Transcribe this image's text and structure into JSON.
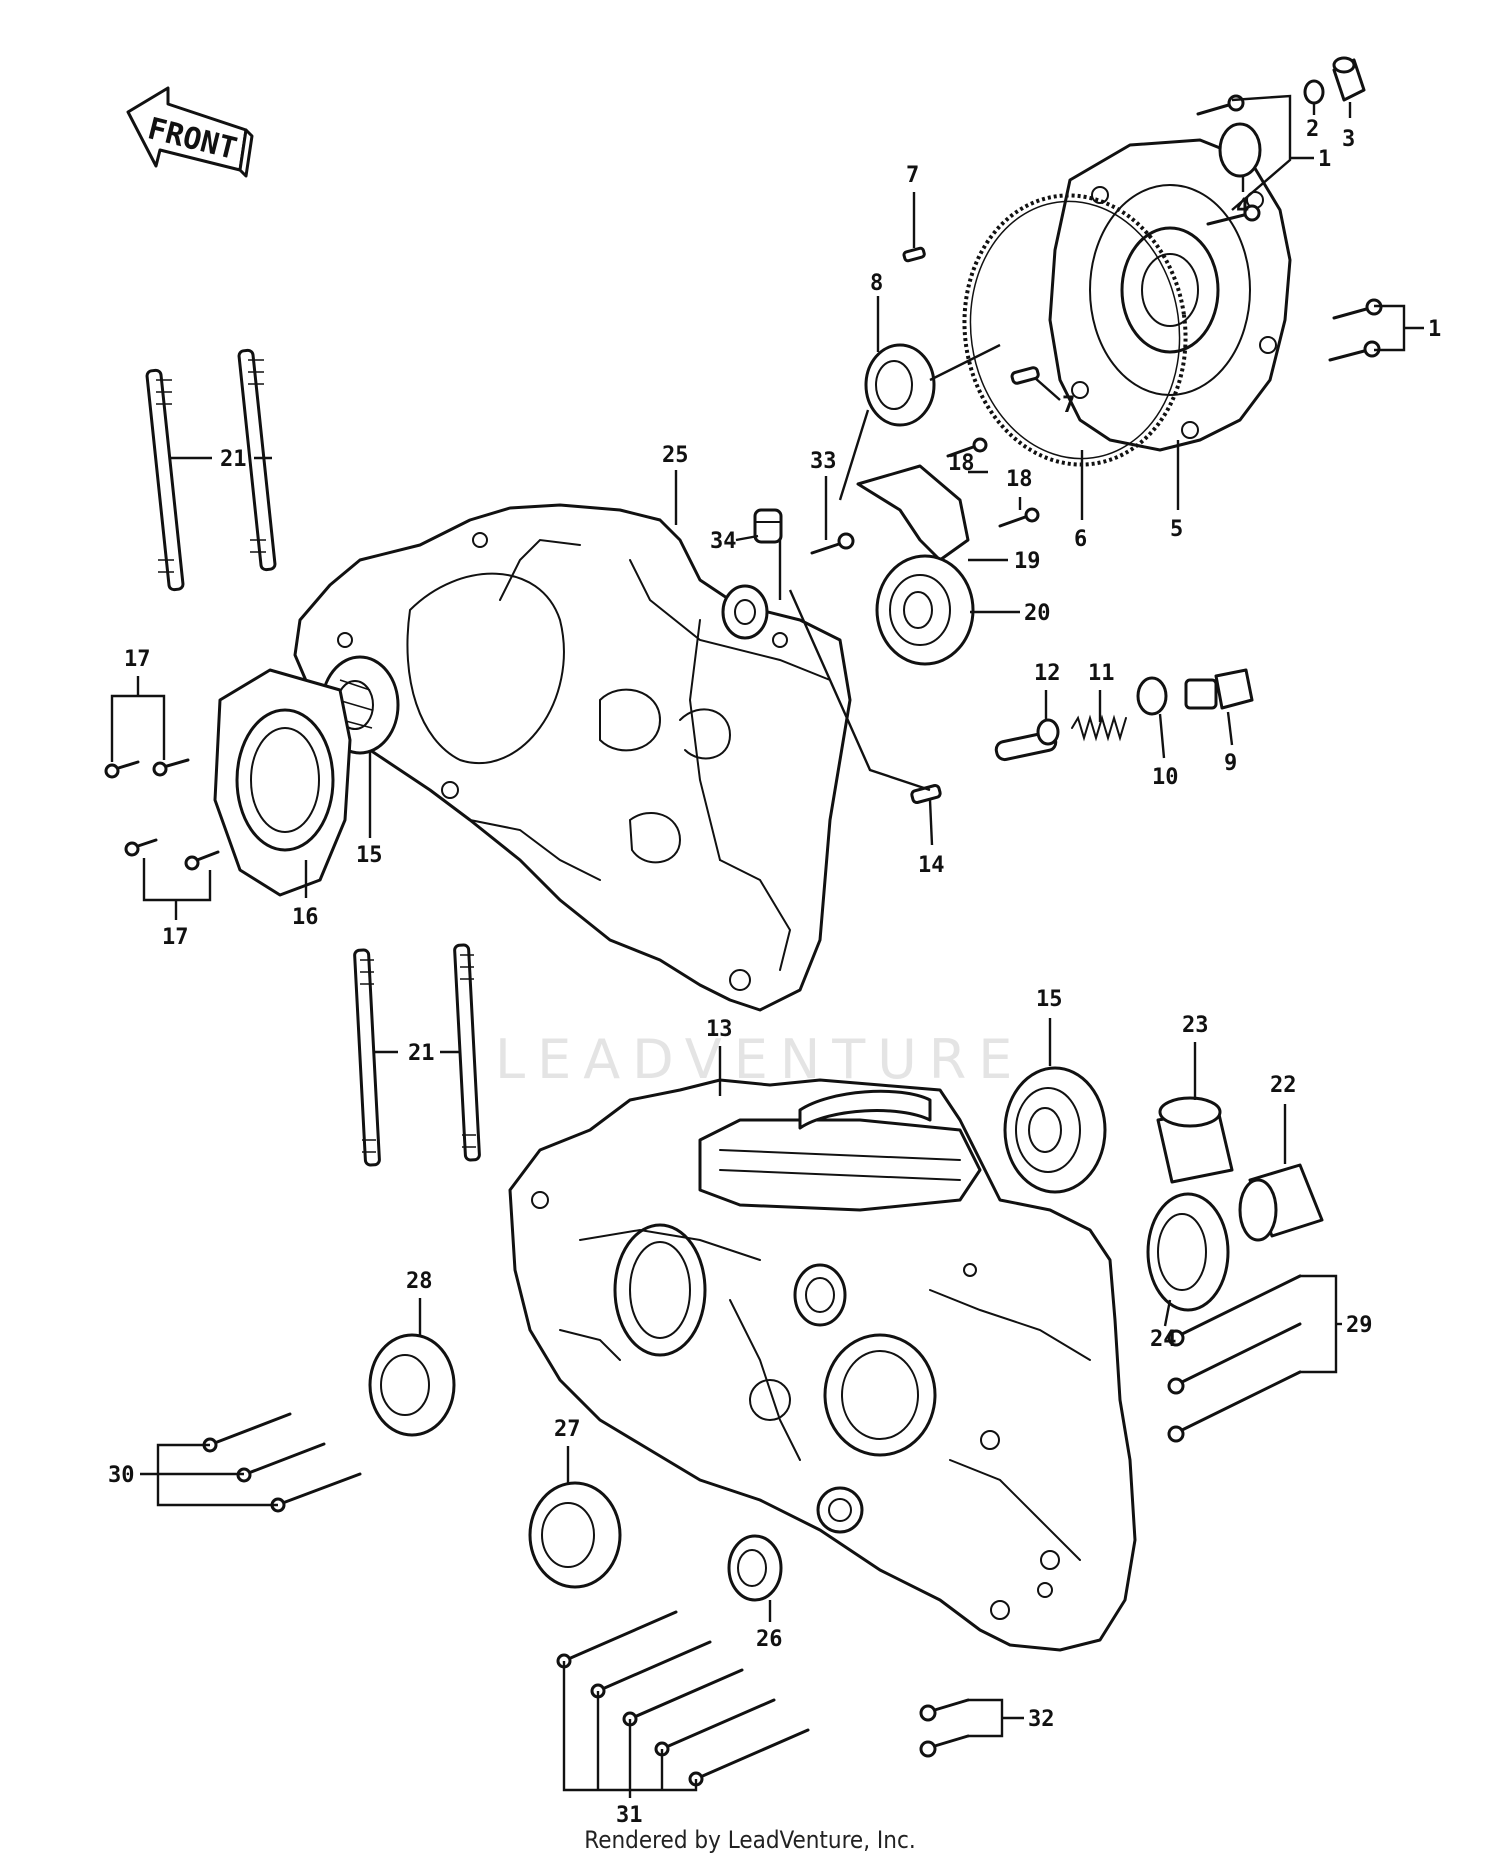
{
  "front_arrow": {
    "text": "FRONT"
  },
  "watermark": "LEADVENTURE",
  "footer": "Rendered by LeadVenture, Inc.",
  "callouts": [
    {
      "id": "c1a",
      "text": "1"
    },
    {
      "id": "c1b",
      "text": "1"
    },
    {
      "id": "c2",
      "text": "2"
    },
    {
      "id": "c3",
      "text": "3"
    },
    {
      "id": "c4",
      "text": "4"
    },
    {
      "id": "c5",
      "text": "5"
    },
    {
      "id": "c6",
      "text": "6"
    },
    {
      "id": "c7a",
      "text": "7"
    },
    {
      "id": "c7b",
      "text": "7"
    },
    {
      "id": "c8",
      "text": "8"
    },
    {
      "id": "c9",
      "text": "9"
    },
    {
      "id": "c10",
      "text": "10"
    },
    {
      "id": "c11",
      "text": "11"
    },
    {
      "id": "c12",
      "text": "12"
    },
    {
      "id": "c13",
      "text": "13"
    },
    {
      "id": "c14",
      "text": "14"
    },
    {
      "id": "c15a",
      "text": "15"
    },
    {
      "id": "c15b",
      "text": "15"
    },
    {
      "id": "c16",
      "text": "16"
    },
    {
      "id": "c17a",
      "text": "17"
    },
    {
      "id": "c17b",
      "text": "17"
    },
    {
      "id": "c18a",
      "text": "18"
    },
    {
      "id": "c18b",
      "text": "18"
    },
    {
      "id": "c19",
      "text": "19"
    },
    {
      "id": "c20",
      "text": "20"
    },
    {
      "id": "c21a",
      "text": "21"
    },
    {
      "id": "c21b",
      "text": "21"
    },
    {
      "id": "c22",
      "text": "22"
    },
    {
      "id": "c23",
      "text": "23"
    },
    {
      "id": "c24",
      "text": "24"
    },
    {
      "id": "c25",
      "text": "25"
    },
    {
      "id": "c26",
      "text": "26"
    },
    {
      "id": "c27",
      "text": "27"
    },
    {
      "id": "c28",
      "text": "28"
    },
    {
      "id": "c29",
      "text": "29"
    },
    {
      "id": "c30",
      "text": "30"
    },
    {
      "id": "c31",
      "text": "31"
    },
    {
      "id": "c32",
      "text": "32"
    },
    {
      "id": "c33",
      "text": "33"
    },
    {
      "id": "c34",
      "text": "34"
    }
  ]
}
